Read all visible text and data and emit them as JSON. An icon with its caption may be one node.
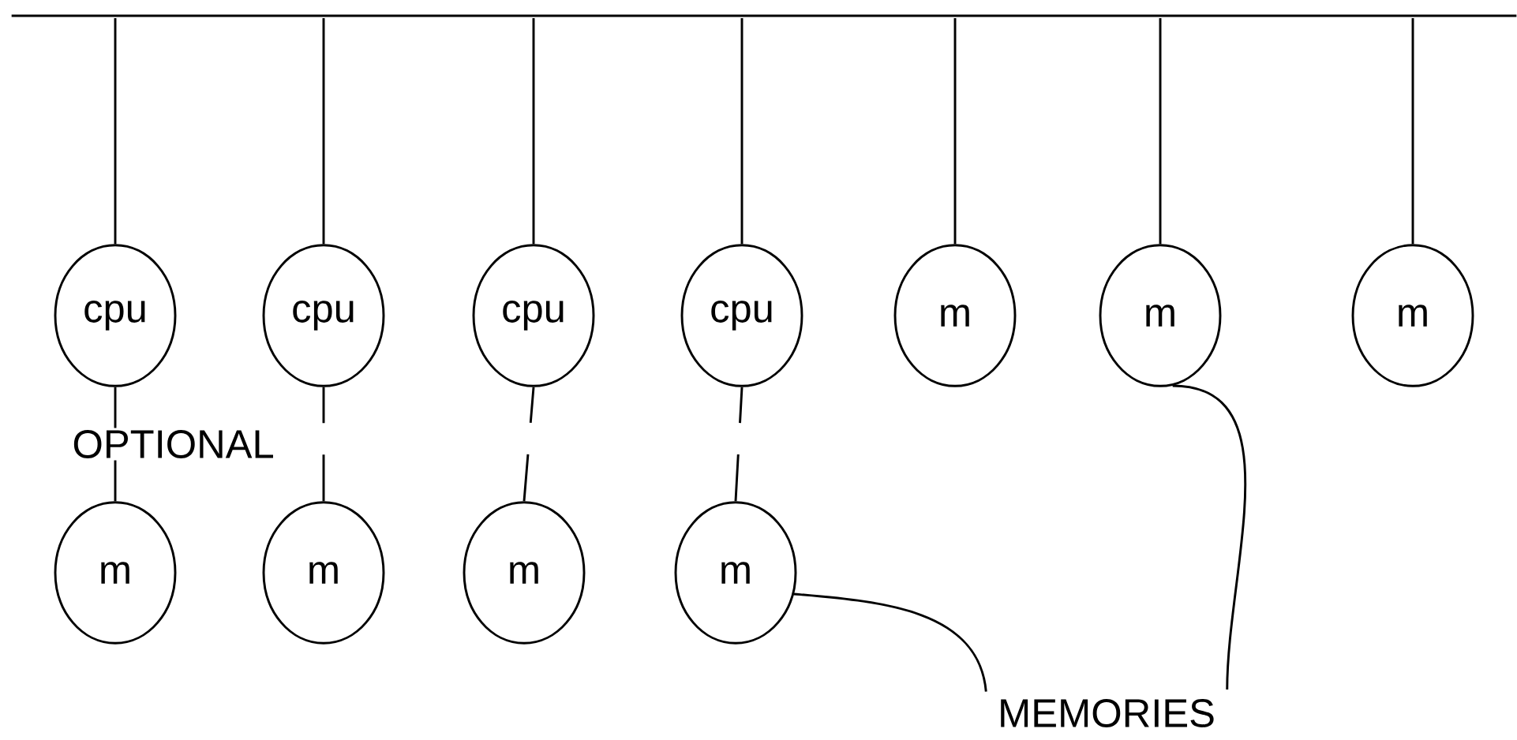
{
  "diagram": {
    "nodes": [
      {
        "text": [],
        "shape": "bar"
      },
      {
        "text": [
          "cpu"
        ]
      },
      {
        "text": [
          "cpu"
        ]
      },
      {
        "text": [
          "cpu"
        ]
      },
      {
        "text": [
          "cpu"
        ]
      },
      {
        "text": [
          "m"
        ]
      },
      {
        "text": [
          "m"
        ]
      },
      {
        "text": [
          "m"
        ]
      },
      {
        "text": [
          "m"
        ]
      },
      {
        "text": [
          "m"
        ]
      },
      {
        "text": [
          "m"
        ]
      },
      {
        "text": [
          "m"
        ]
      },
      {
        "text": [
          "MEMORIES"
        ]
      }
    ],
    "edges": [
      {
        "from": 0,
        "to": 1,
        "arrow": "none"
      },
      {
        "from": 0,
        "to": 2,
        "arrow": "none"
      },
      {
        "from": 0,
        "to": 3,
        "arrow": "none"
      },
      {
        "from": 0,
        "to": 4,
        "arrow": "none"
      },
      {
        "from": 0,
        "to": 5,
        "arrow": "none"
      },
      {
        "from": 0,
        "to": 6,
        "arrow": "none"
      },
      {
        "from": 0,
        "to": 7,
        "arrow": "none"
      },
      {
        "from": 1,
        "to": 8,
        "arrow": "none",
        "label": "OPTIONAL"
      },
      {
        "from": 2,
        "to": 9,
        "arrow": "none",
        "style": "dashed"
      },
      {
        "from": 3,
        "to": 10,
        "arrow": "none",
        "style": "dashed"
      },
      {
        "from": 4,
        "to": 11,
        "arrow": "none",
        "style": "dashed"
      },
      {
        "from": 12,
        "to": 11,
        "arrow": "none"
      },
      {
        "from": 12,
        "to": 6,
        "arrow": "none"
      }
    ]
  }
}
